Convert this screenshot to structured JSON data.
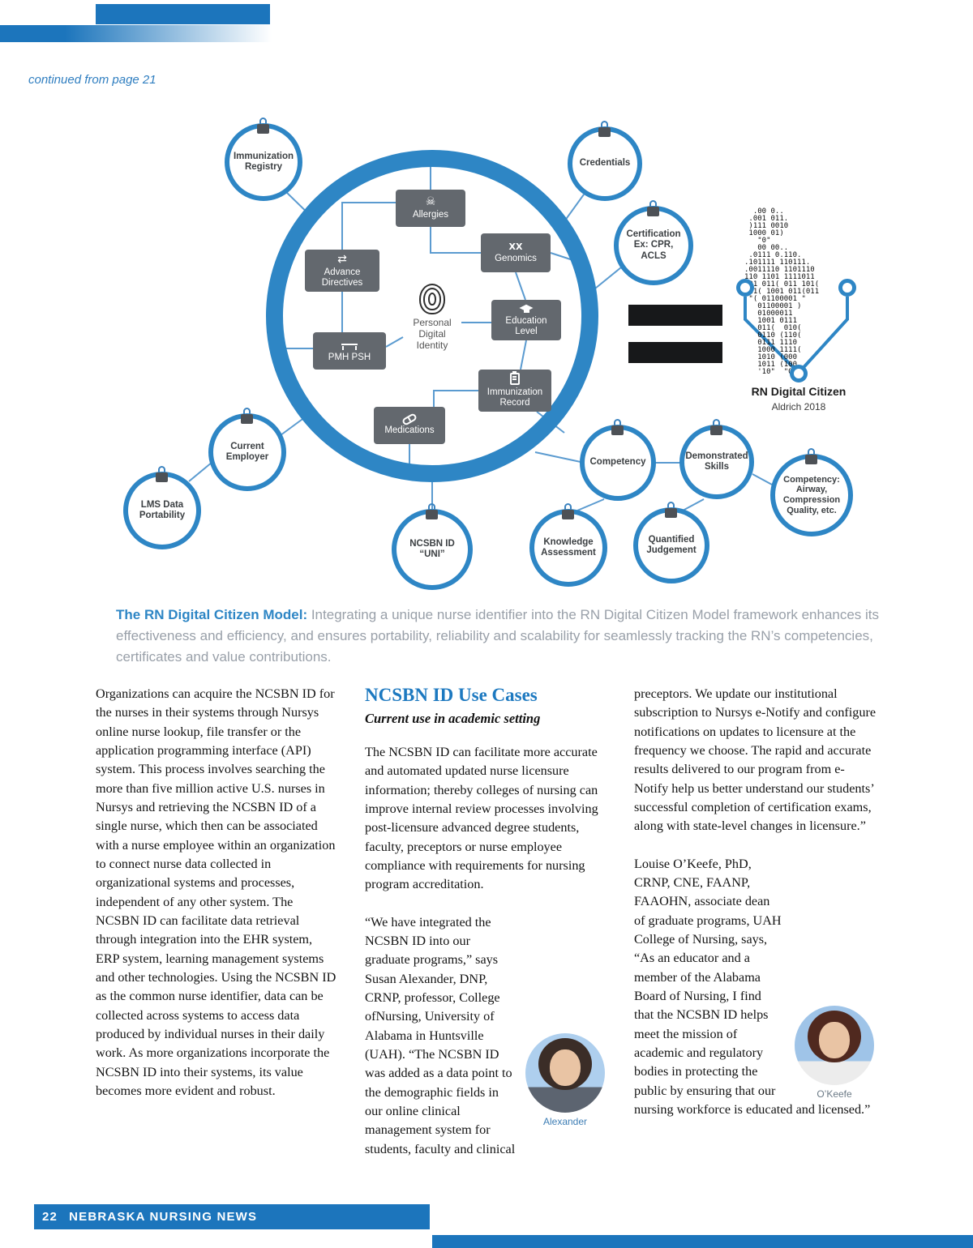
{
  "header": {
    "continued_from": "continued from page 21"
  },
  "diagram": {
    "accent_color": "#2e86c5",
    "node_color": "#63686e",
    "center_node": {
      "label": "Personal Digital Identity",
      "icon": "fingerprint-icon"
    },
    "inner_nodes": [
      {
        "label": "Allergies",
        "icon": "skull-icon",
        "glyph": "☠"
      },
      {
        "label": "Genomics",
        "icon": "chromosome-icon",
        "glyph": "XX"
      },
      {
        "label": "Advance Directives",
        "icon": "transfer-arrows-icon",
        "glyph": "⇄"
      },
      {
        "label": "Education Level",
        "icon": "graduation-cap-icon",
        "glyph": ""
      },
      {
        "label": "PMH PSH",
        "icon": "hospital-bed-icon",
        "glyph": ""
      },
      {
        "label": "Immunization Record",
        "icon": "clipboard-icon",
        "glyph": ""
      },
      {
        "label": "Medications",
        "icon": "pill-icon",
        "glyph": ""
      }
    ],
    "satellites": [
      {
        "label": "Immunization Registry"
      },
      {
        "label": "Credentials"
      },
      {
        "label": "Certification Ex: CPR, ACLS"
      },
      {
        "label": "Current Employer"
      },
      {
        "label": "LMS Data Portability"
      },
      {
        "label": "NCSBN ID “UNI”"
      },
      {
        "label": "Knowledge Assessment"
      },
      {
        "label": "Quantified Judgement"
      },
      {
        "label": "Competency"
      },
      {
        "label": "Demonstrated Skills"
      },
      {
        "label": "Competency: Airway, Compression Quality, etc."
      }
    ],
    "figure_label": "RN Digital Citizen",
    "figure_credit": "Aldrich 2018",
    "binary_art": "  .00 0..\n .001 011.\n )111 0010\n 1000 01)\n   \"0\"\n   00 00..\n .0111 0.110.\n.101111 110111.\n.0011110 1101110\n110 1101 1111011\n001 011( 011 101(\n011( 1001 011(011\n \"( 01100001 \"\n   01100001 )\n   01000011\n   1001 0111\n   011(  010(\n   0110 (110(\n   0111 1110\n   1000 1111(\n   1010 (000\n   1011 (100\n   '10\"  \"00'"
  },
  "caption": {
    "lead": "The RN Digital Citizen Model:",
    "text": " Integrating a unique nurse identifier into the RN Digital Citizen Model framework enhances its effectiveness and efficiency, and ensures portability, reliability and scalability for seamlessly tracking the RN’s competencies, certificates and value contributions."
  },
  "article": {
    "col1": "Organizations can acquire the NCSBN ID for the nurses in their systems through Nursys online nurse lookup, file transfer or the application programming interface (API) system. This process involves searching the more than five million active U.S. nurses in Nursys and retrieving the NCSBN ID of a single nurse, which then can be associated with a nurse employee within an organization to connect nurse data collected in organizational systems and processes, independent of any other system. The NCSBN ID can facilitate data retrieval through integration into the EHR system, ERP system, learning management systems and other technologies. Using the NCSBN ID as the common nurse identifier, data can be collected across systems to access data produced by individual nurses in their daily work. As more organizations incorporate the NCSBN ID into their systems, its value becomes more evident and robust.",
    "col2_heading": "NCSBN ID Use Cases",
    "col2_subheading": "Current use in academic setting",
    "col2_p1": "The NCSBN ID can facilitate more accurate and automated updated nurse licensure information; thereby colleges of nursing can improve internal review processes involving post-licensure advanced degree students, faculty, preceptors or nurse employee compliance with requirements for nursing program accreditation.",
    "col2_p2": "“We have integrated the NCSBN ID into our graduate programs,” says Susan Alexander, DNP, CRNP, professor, College ofNursing, University of Alabama in Huntsville (UAH). “The NCSBN ID was added as a data point to the demographic fields in our online clinical management system for students, faculty and clinical",
    "photo1_caption": "Alexander",
    "col3_p1": "preceptors. We update our institutional subscription to Nursys e-Notify and configure notifications on updates to licensure at the frequency we choose. The rapid and accurate results delivered to our program from e-Notify help us better understand our students’ successful completion of certification exams, along with state-level changes in licensure.”",
    "col3_p2": "Louise O’Keefe, PhD, CRNP, CNE, FAANP, FAAOHN, associate dean of graduate programs, UAH College of Nursing, says, “As an educator and a member of the Alabama Board of Nursing, I find that the NCSBN ID helps meet the mission of academic and regulatory bodies in protecting the public by ensuring that our nursing workforce is educated and licensed.”",
    "photo2_caption": "O’Keefe"
  },
  "footer": {
    "page_number": "22",
    "title": "NEBRASKA NURSING NEWS"
  }
}
